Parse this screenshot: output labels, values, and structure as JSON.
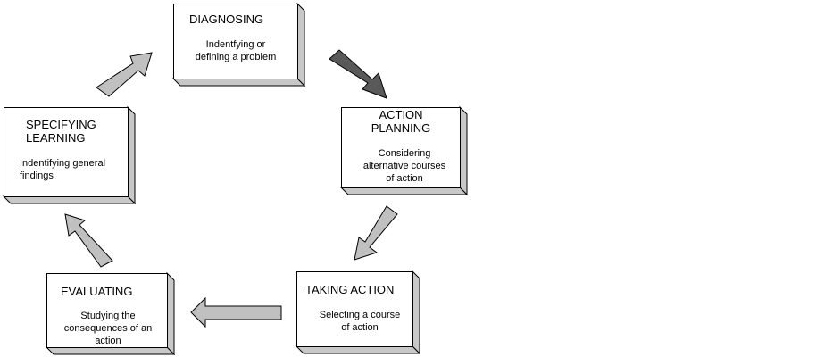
{
  "steps": {
    "diagnosing": {
      "title": "DIAGNOSING",
      "desc": "Indentfying or\ndefining a problem"
    },
    "action_planning": {
      "title": "ACTION\nPLANNING",
      "desc": "Considering\nalternative courses\nof action"
    },
    "taking_action": {
      "title": "TAKING ACTION",
      "desc": "Selecting a course\nof action"
    },
    "evaluating": {
      "title": "EVALUATING",
      "desc": "Studying the\nconsequences of an\naction"
    },
    "specifying_learning": {
      "title": "SPECIFYING\nLEARNING",
      "desc": "Indentifying general\nfindings"
    }
  },
  "colors": {
    "arrow_light": "#c0c0c0",
    "arrow_dark": "#595959",
    "shadow": "#c8c8c8"
  }
}
